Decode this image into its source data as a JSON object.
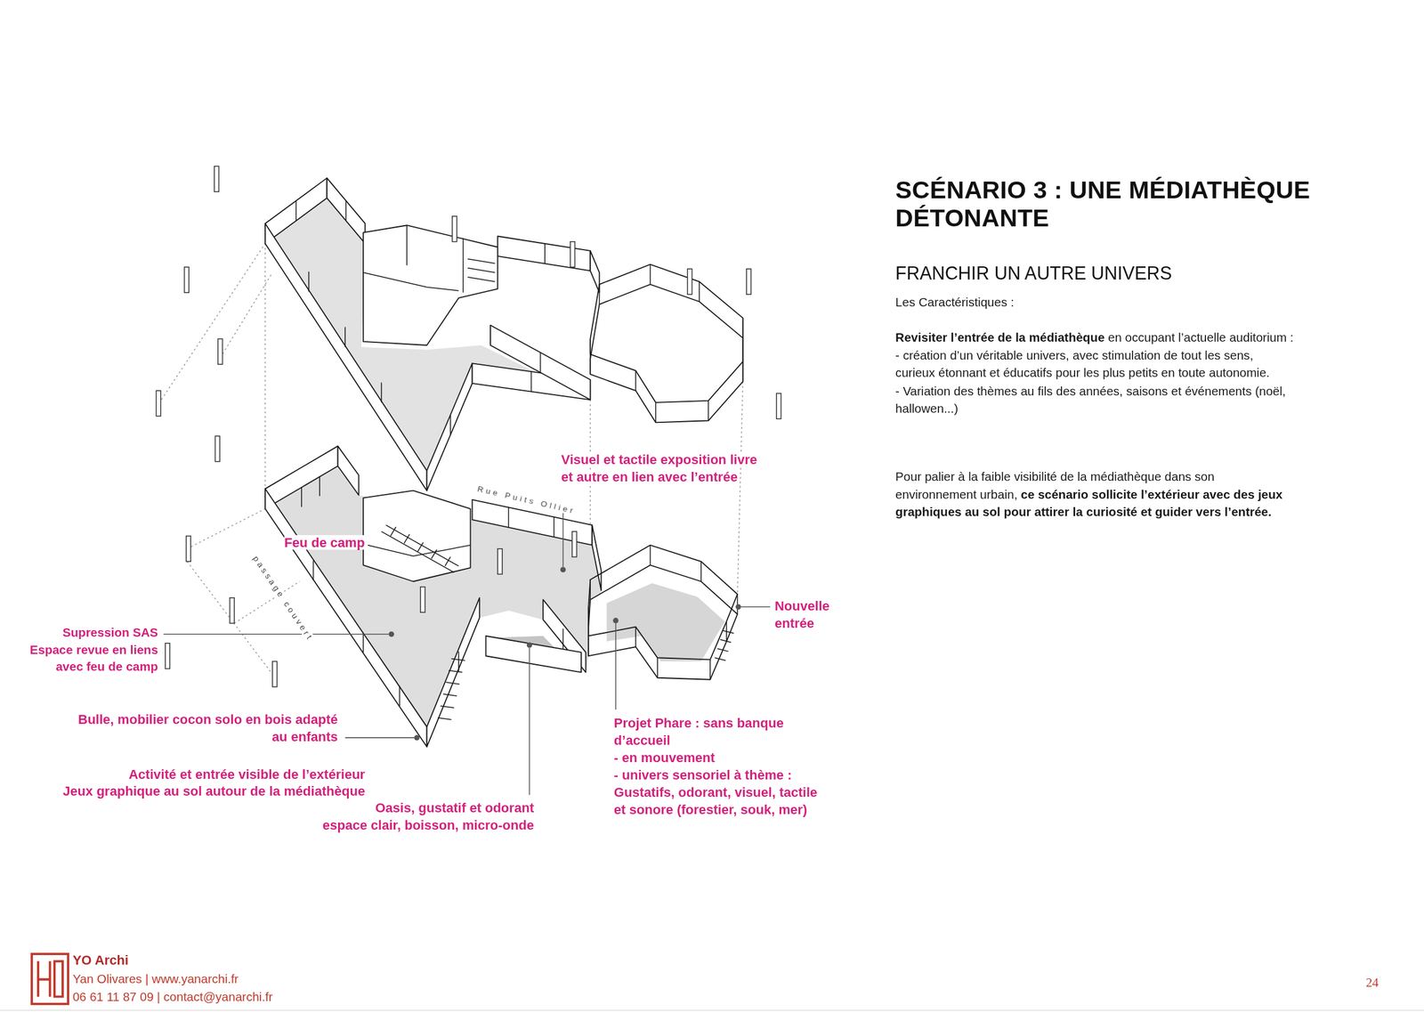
{
  "diagram": {
    "title": "SCÉNARIO 3 : UNE MÉDIATHÈQUE DÉTONANTE",
    "labels": [
      "FRANCHIR UN AUTRE UNIVERS",
      "Les Caractéristiques :",
      "Revisiter l’entrée de la médiathèque",
      "en occupant l’actuelle auditorium :",
      "- création d’un véritable univers, avec stimulation de tout les sens, curieux étonnant et éducatifs pour les plus petits en toute autonomie.",
      "- Variation des thèmes au fils des années, saisons et événements (noël, hallowen...)",
      "Pour palier à la faible visibilité de la médiathèque dans son environnement urbain,",
      "ce scénario sollicite l’extérieur avec des jeux graphiques au sol pour attirer la curiosité et guider vers l’entrée.",
      "Visuel et tactile exposition livre et autre en lien avec l’entrée",
      "Rue Puits Ollier",
      "Feu de camp",
      "passage couvert",
      "Nouvelle entrée",
      "Supression SAS",
      "Espace revue en liens avec feu de camp",
      "Bulle, mobilier cocon solo en bois adapté au enfants",
      "Activité et entrée visible de l’extérieur",
      "Jeux graphique au sol autour de la médiathèque",
      "Oasis, gustatif et odorant",
      "espace clair, boisson, micro-onde",
      "Projet Phare : sans banque d’accueil",
      "- en mouvement",
      "- univers sensoriel à thème :",
      "Gustatifs, odorant, visuel, tactile et sonore (forestier, souk, mer)",
      "YO Archi",
      "Yan Olivares | www.yanarchi.fr",
      "06 61 11 87 09 | contact@yanarchi.fr",
      "24"
    ]
  }
}
